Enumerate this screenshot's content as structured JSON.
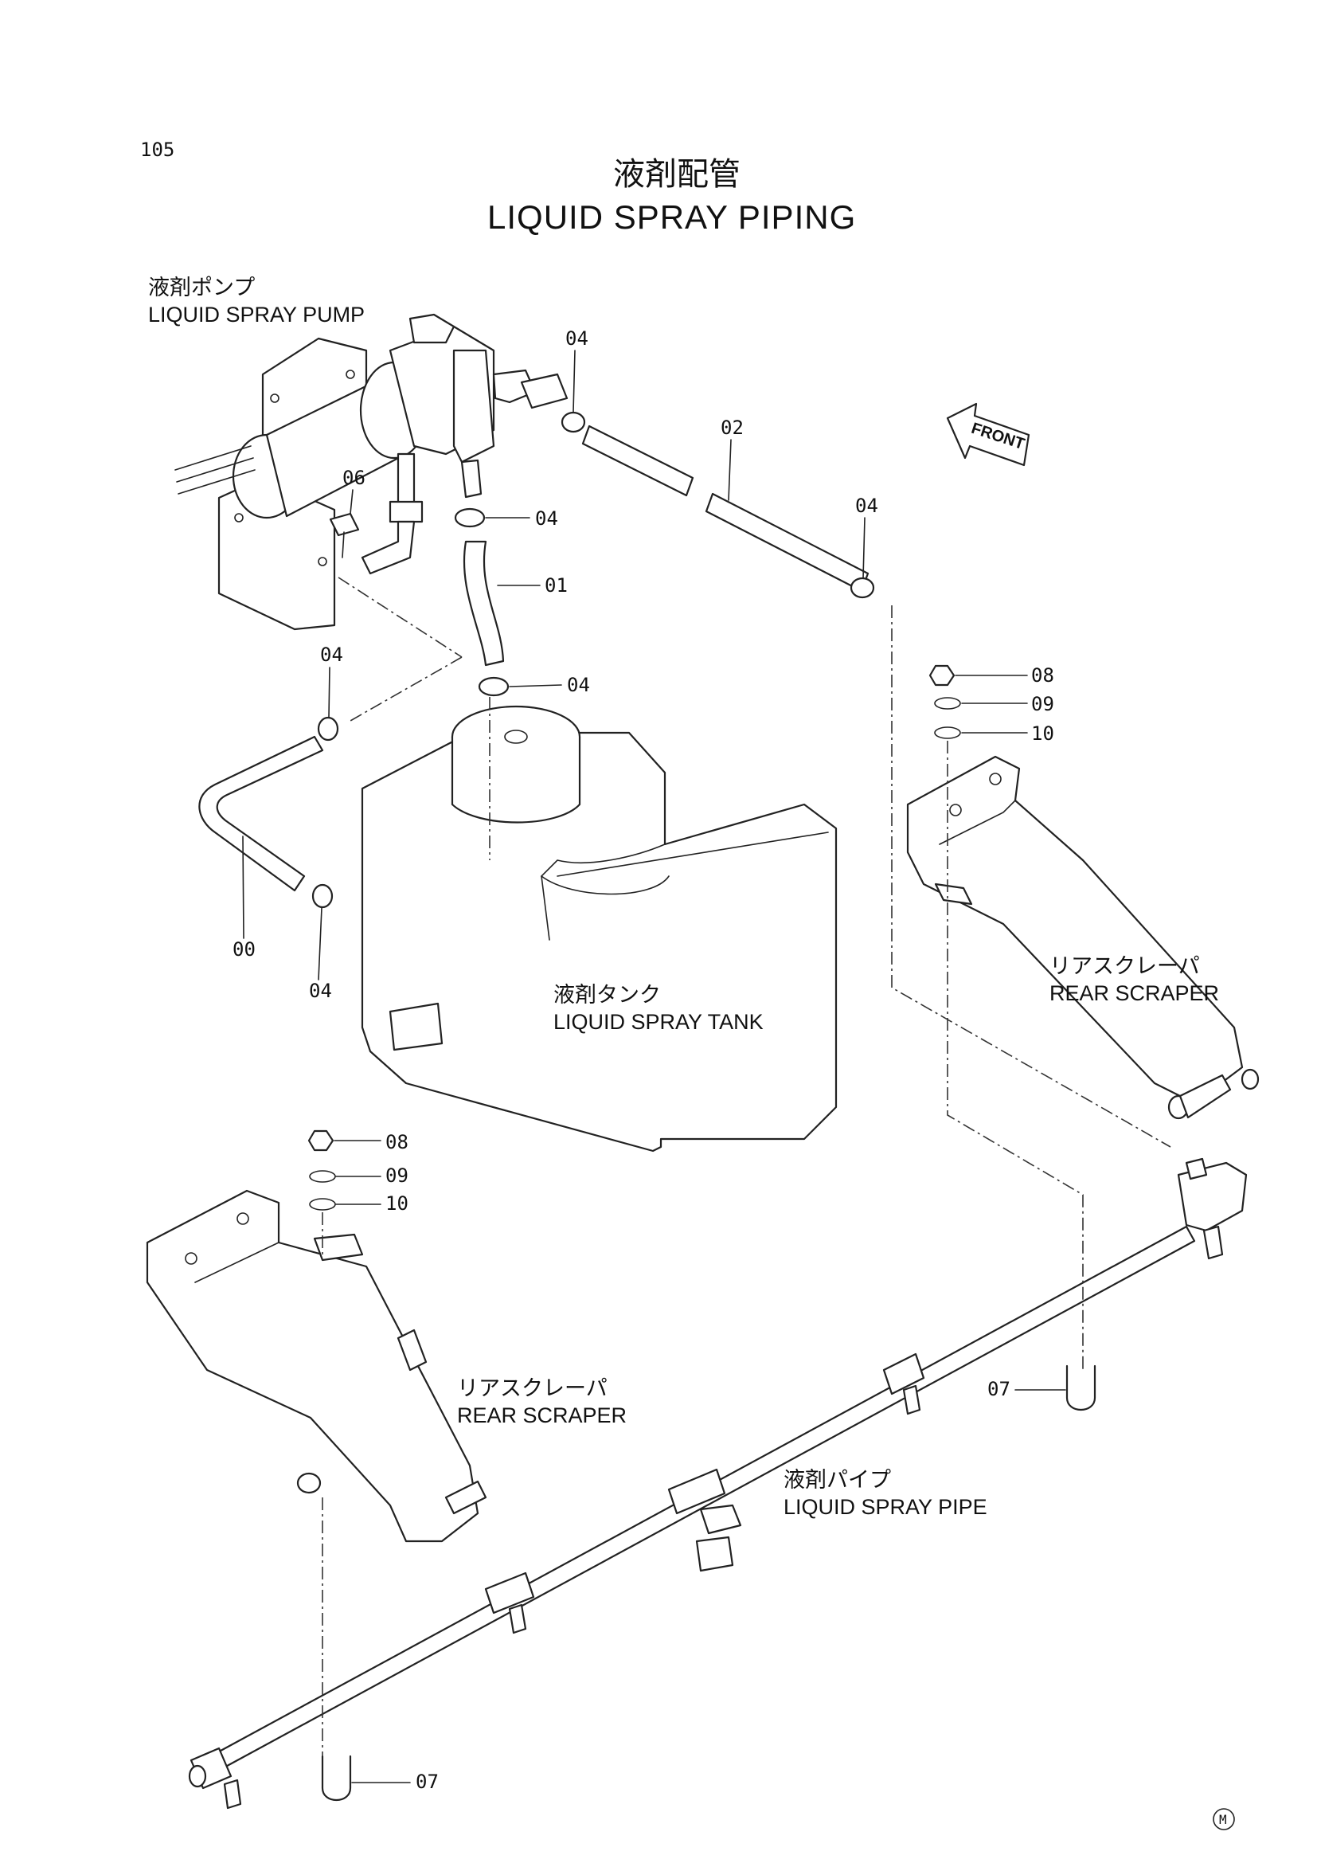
{
  "page": {
    "number": "105",
    "mark": "M"
  },
  "title": {
    "ja": "液剤配管",
    "en": "LIQUID SPRAY PIPING"
  },
  "front_arrow": "FRONT",
  "components": {
    "pump": {
      "ja": "液剤ポンプ",
      "en": "LIQUID SPRAY PUMP"
    },
    "tank": {
      "ja": "液剤タンク",
      "en": "LIQUID SPRAY TANK"
    },
    "pipe": {
      "ja": "液剤パイプ",
      "en": "LIQUID SPRAY PIPE"
    },
    "scraper_right": {
      "ja": "リアスクレーパ",
      "en": "REAR SCRAPER"
    },
    "scraper_left": {
      "ja": "リアスクレーパ",
      "en": "REAR SCRAPER"
    }
  },
  "callouts": {
    "c04_top": "04",
    "c02": "02",
    "c04_right": "04",
    "c06": "06",
    "c04_pump": "04",
    "c01": "01",
    "c04_tank": "04",
    "c04_hose_top": "04",
    "c00": "00",
    "c04_hose_bottom": "04",
    "c08_right": "08",
    "c09_right": "09",
    "c10_right": "10",
    "c08_left": "08",
    "c09_left": "09",
    "c10_left": "10",
    "c07_right": "07",
    "c07_bottom": "07"
  }
}
